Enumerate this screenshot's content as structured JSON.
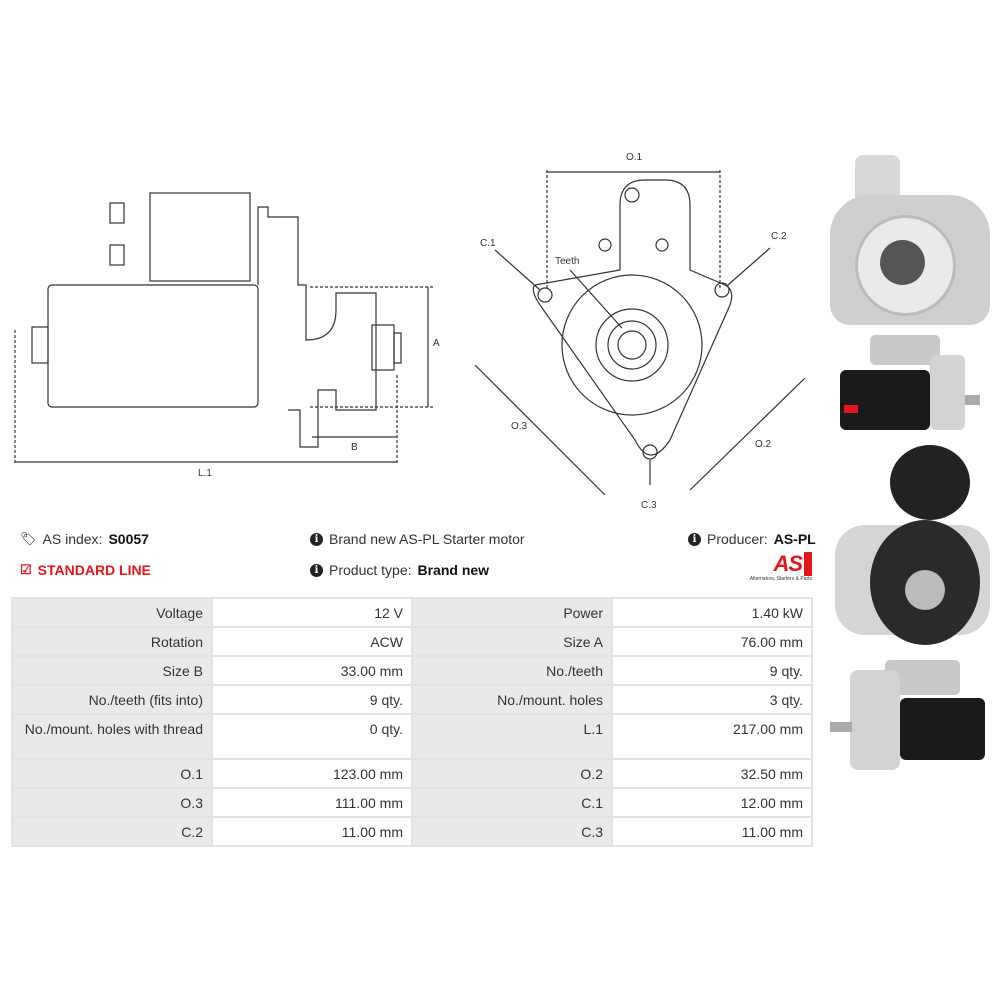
{
  "drawing": {
    "labels": {
      "a": "A",
      "b": "B",
      "l1": "L.1",
      "o1": "O.1",
      "o2": "O.2",
      "o3": "O.3",
      "c1": "C.1",
      "c2": "C.2",
      "c3": "C.3",
      "teeth": "Teeth"
    }
  },
  "info": {
    "as_index_label": "AS index:",
    "as_index_value": "S0057",
    "line": "STANDARD LINE",
    "description": "Brand new AS-PL Starter motor",
    "product_type_label": "Product type:",
    "product_type_value": "Brand new",
    "producer_label": "Producer:",
    "producer_value": "AS-PL",
    "logo_text": "AS",
    "logo_tagline": "Alternators, Starters & Parts"
  },
  "specs": [
    [
      "Voltage",
      "12 V",
      "Power",
      "1.40 kW"
    ],
    [
      "Rotation",
      "ACW",
      "Size A",
      "76.00 mm"
    ],
    [
      "Size B",
      "33.00 mm",
      "No./teeth",
      "9 qty."
    ],
    [
      "No./teeth (fits into)",
      "9 qty.",
      "No./mount. holes",
      "3 qty."
    ],
    [
      "No./mount. holes with thread",
      "0 qty.",
      "L.1",
      "217.00 mm"
    ],
    [
      "O.1",
      "123.00 mm",
      "O.2",
      "32.50 mm"
    ],
    [
      "O.3",
      "111.00 mm",
      "C.1",
      "12.00 mm"
    ],
    [
      "C.2",
      "11.00 mm",
      "C.3",
      "11.00 mm"
    ]
  ],
  "colors": {
    "accent": "#e4161b"
  }
}
